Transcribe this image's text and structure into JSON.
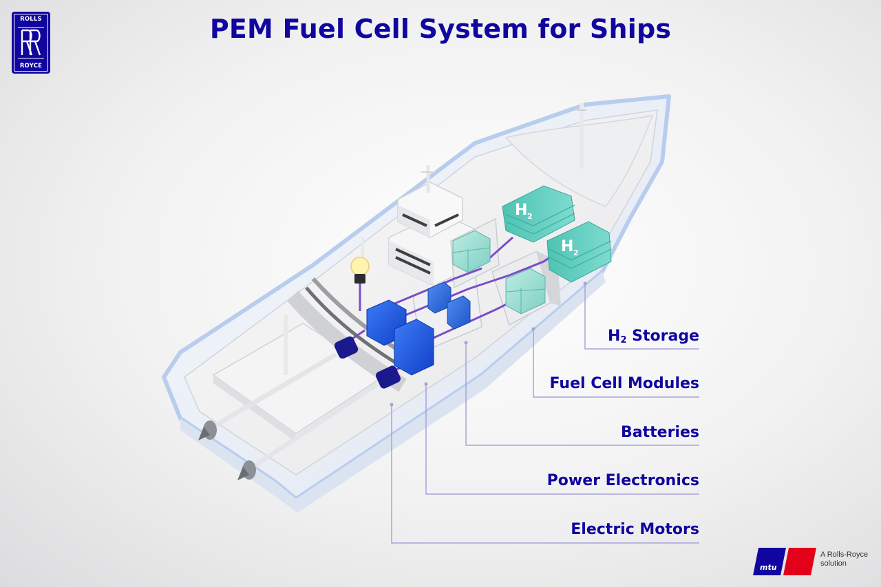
{
  "title": "PEM Fuel Cell System for Ships",
  "brand": {
    "rr_top": "ROLLS",
    "rr_bottom": "ROYCE",
    "mtu_word": "mtu",
    "mtu_tagline_1": "A Rolls-Royce",
    "mtu_tagline_2": "solution"
  },
  "h2_badge": "H",
  "h2_sub": "2",
  "labels": {
    "h2_storage_prefix": "H",
    "h2_storage_sub": "2",
    "h2_storage_rest": " Storage",
    "fuel_cell_modules": "Fuel Cell Modules",
    "batteries": "Batteries",
    "power_electronics": "Power Electronics",
    "electric_motors": "Electric Motors"
  },
  "colors": {
    "brand_blue": "#10069f",
    "hull_blue": "#b8cdee",
    "h2_teal": "#5fcfc0",
    "fuel_cell_teal": "#a8e0d6",
    "battery_blue": "#2f6fe0",
    "power_electronics_blue": "#1f5fe8",
    "motor_navy": "#1a1a8c",
    "cable_purple": "#7a4cc8",
    "mtu_red": "#e2001a"
  }
}
